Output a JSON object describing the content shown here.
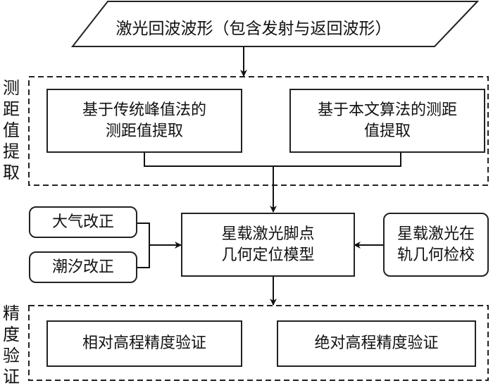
{
  "input": {
    "label": "激光回波波形（包含发射与返回波形）"
  },
  "group_ranging": {
    "side_label": [
      "测",
      "距",
      "值",
      "提",
      "取"
    ],
    "method_traditional": {
      "lines": [
        "基于传统峰值法的",
        "测距值提取"
      ]
    },
    "method_proposed": {
      "lines": [
        "基于本文算法的测距",
        "值提取"
      ]
    }
  },
  "corrections": {
    "atmospheric": {
      "label": "大气改正"
    },
    "tidal": {
      "label": "潮汐改正"
    }
  },
  "model": {
    "lines": [
      "星载激光脚点",
      "几何定位模型"
    ]
  },
  "calibration": {
    "lines": [
      "星载激光在",
      "轨几何检校"
    ]
  },
  "group_accuracy": {
    "side_label": [
      "精",
      "度",
      "验",
      "证"
    ],
    "relative": {
      "label": "相对高程精度验证"
    },
    "absolute": {
      "label": "绝对高程精度验证"
    }
  }
}
